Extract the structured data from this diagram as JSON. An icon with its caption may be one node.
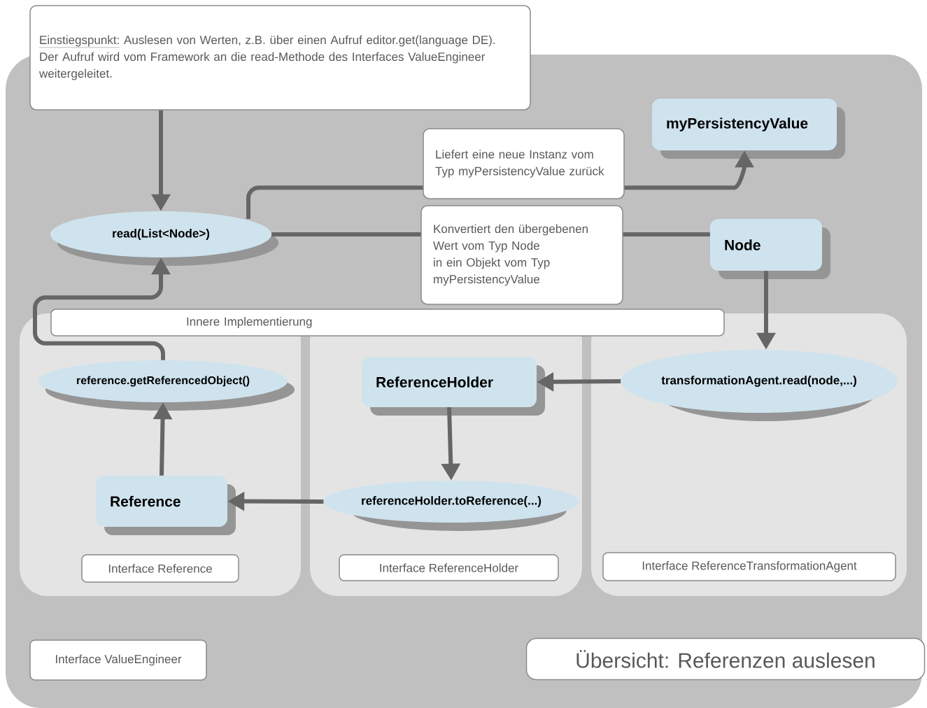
{
  "diagram": {
    "title": "Übersicht: Referenzen auslesen",
    "nodes": [
      {
        "text": [
          "Interface ValueEngineer"
        ]
      },
      {
        "text": [
          "Einstiegspunkt:",
          "Auslesen von Werten, z.B. über einen Aufruf editor.get(language DE). Der Aufruf wird vom Framework an die read-Methode des Interfaces ValueEngineer weitergeleitet."
        ]
      },
      {
        "text": [
          "read(List<Node>)"
        ],
        "in": 0
      },
      {
        "text": [
          "myPersistencyValue"
        ],
        "in": 0
      },
      {
        "text": [
          "Node"
        ],
        "in": 0
      },
      {
        "text": [
          "Innere Implementierung"
        ],
        "in": 0
      },
      {
        "text": [
          "Interface Reference"
        ],
        "in": 0
      },
      {
        "text": [
          "Interface ReferenceHolder"
        ],
        "in": 0
      },
      {
        "text": [
          "Interface ReferenceTransformationAgent"
        ],
        "in": 0
      },
      {
        "text": [
          "reference.getReferencedObject()"
        ],
        "in": 6
      },
      {
        "text": [
          "Reference"
        ],
        "in": 6
      },
      {
        "text": [
          "ReferenceHolder"
        ],
        "in": 7
      },
      {
        "text": [
          "referenceHolder.toReference(...)"
        ],
        "in": 7
      },
      {
        "text": [
          "transformationAgent.read(node,...)"
        ],
        "in": 8
      }
    ],
    "edges": [
      {
        "from": 1,
        "to": 2,
        "arrow": "to"
      },
      {
        "from": 2,
        "to": 3,
        "arrow": "to",
        "label": "Liefert eine neue Instanz vom Typ myPersistencyValue zurück"
      },
      {
        "from": 4,
        "to": 2,
        "arrow": "none",
        "label": "Konvertiert den übergebenen Wert vom Typ Node in ein Objekt vom Typ myPersistencyValue"
      },
      {
        "from": 4,
        "to": 13,
        "arrow": "to"
      },
      {
        "from": 13,
        "to": 11,
        "arrow": "to"
      },
      {
        "from": 11,
        "to": 12,
        "arrow": "to"
      },
      {
        "from": 12,
        "to": 10,
        "arrow": "to"
      },
      {
        "from": 10,
        "to": 9,
        "arrow": "to"
      },
      {
        "from": 9,
        "to": 2,
        "arrow": "to"
      }
    ]
  }
}
